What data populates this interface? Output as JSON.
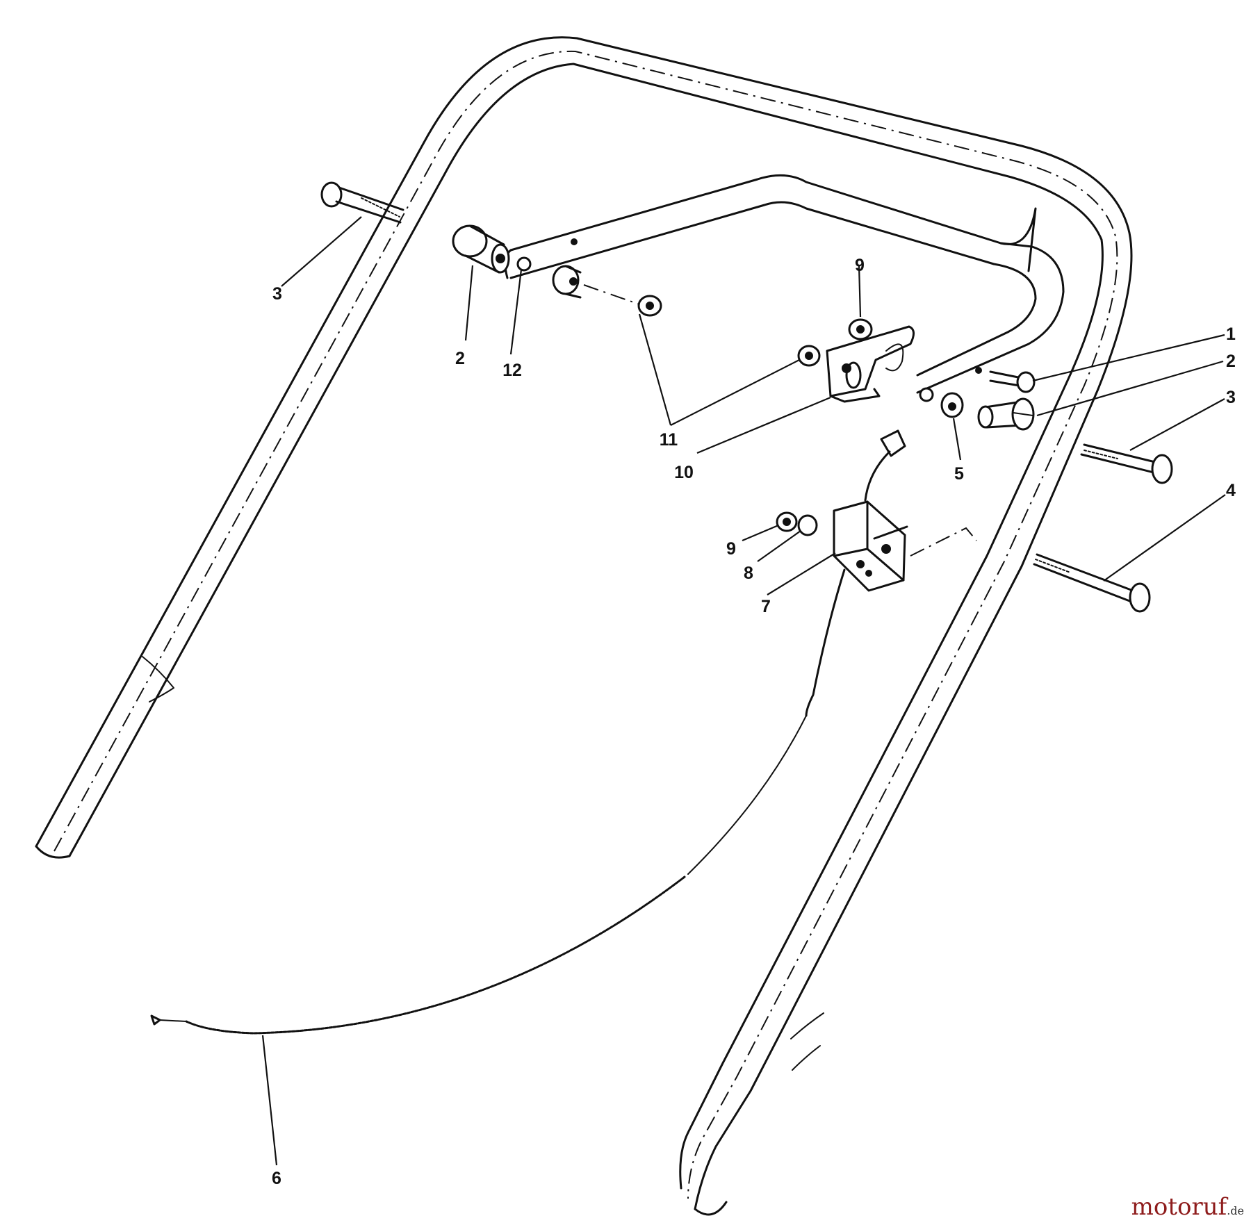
{
  "diagram": {
    "callouts": [
      "1",
      "2",
      "2",
      "3",
      "3",
      "4",
      "5",
      "6",
      "7",
      "8",
      "9",
      "9",
      "10",
      "11",
      "12"
    ]
  },
  "watermark": {
    "main": "motoruf",
    "tld": ".de",
    "color": "#8e1c1c"
  }
}
